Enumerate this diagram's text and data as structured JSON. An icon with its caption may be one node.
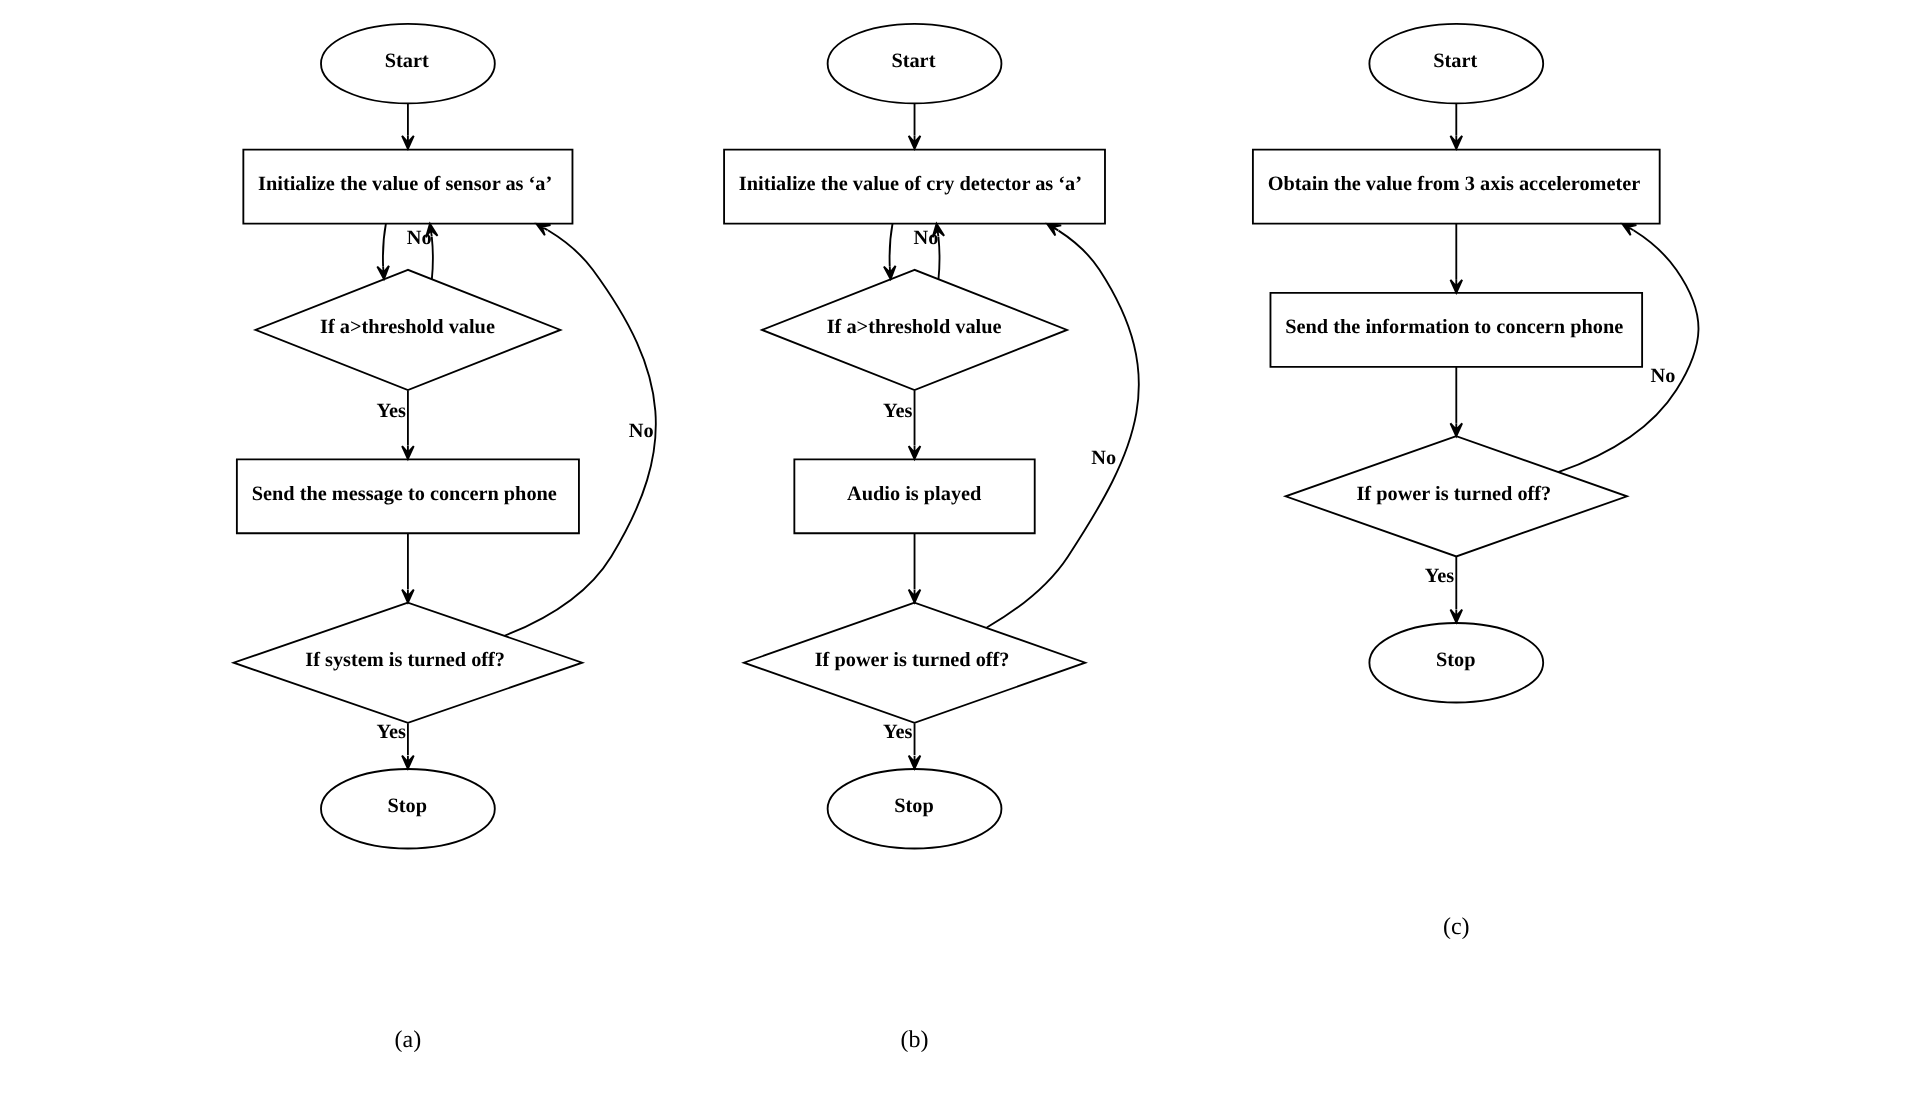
{
  "diagram": {
    "nodes": [
      {
        "text": [
          "Start"
        ]
      },
      {
        "text": [
          "Initialize the value of sensor as ‘a’"
        ]
      },
      {
        "text": [
          "If a>threshold value"
        ]
      },
      {
        "text": [
          "Send the message to concern phone"
        ]
      },
      {
        "text": [
          "If system is turned off?"
        ]
      },
      {
        "text": [
          "Stop"
        ]
      },
      {
        "text": [
          "Start"
        ]
      },
      {
        "text": [
          "Initialize the value of cry detector as ‘a’"
        ]
      },
      {
        "text": [
          "If a>threshold value"
        ]
      },
      {
        "text": [
          "Audio is played"
        ]
      },
      {
        "text": [
          "If power is turned off?"
        ]
      },
      {
        "text": [
          "Stop"
        ]
      },
      {
        "text": [
          "Start"
        ]
      },
      {
        "text": [
          "Obtain the value from 3 axis accelerometer"
        ]
      },
      {
        "text": [
          "Send the information to concern phone"
        ]
      },
      {
        "text": [
          "If power is turned off?"
        ]
      },
      {
        "text": [
          "Stop"
        ]
      }
    ],
    "edges": [
      {
        "from": 0,
        "to": 1,
        "arrow": "to"
      },
      {
        "from": 1,
        "to": 2,
        "arrow": "to"
      },
      {
        "from": 2,
        "to": 3,
        "arrow": "to",
        "label": "Yes"
      },
      {
        "from": 2,
        "to": 1,
        "arrow": "to",
        "label": "No"
      },
      {
        "from": 3,
        "to": 4,
        "arrow": "to"
      },
      {
        "from": 4,
        "to": 5,
        "arrow": "to",
        "label": "Yes"
      },
      {
        "from": 4,
        "to": 1,
        "arrow": "to",
        "label": "No"
      },
      {
        "from": 6,
        "to": 7,
        "arrow": "to"
      },
      {
        "from": 7,
        "to": 8,
        "arrow": "to"
      },
      {
        "from": 8,
        "to": 9,
        "arrow": "to",
        "label": "Yes"
      },
      {
        "from": 8,
        "to": 7,
        "arrow": "to",
        "label": "No"
      },
      {
        "from": 9,
        "to": 10,
        "arrow": "to"
      },
      {
        "from": 10,
        "to": 11,
        "arrow": "to",
        "label": "Yes"
      },
      {
        "from": 10,
        "to": 7,
        "arrow": "to",
        "label": "No"
      },
      {
        "from": 12,
        "to": 13,
        "arrow": "to"
      },
      {
        "from": 13,
        "to": 14,
        "arrow": "to"
      },
      {
        "from": 14,
        "to": 15,
        "arrow": "to"
      },
      {
        "from": 15,
        "to": 16,
        "arrow": "to",
        "label": "Yes"
      },
      {
        "from": 15,
        "to": 13,
        "arrow": "to",
        "label": "No"
      }
    ],
    "labels": [
      "(a)",
      "(b)",
      "(c)"
    ]
  }
}
